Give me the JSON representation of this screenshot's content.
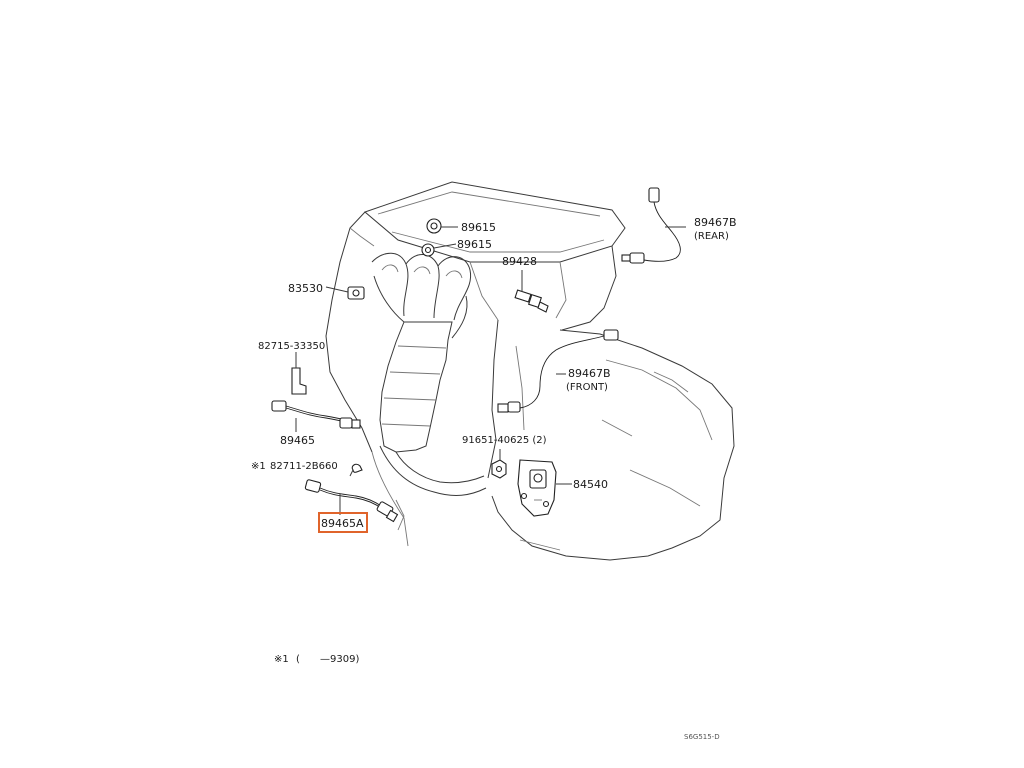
{
  "diagram": {
    "parts": {
      "p89615a": "89615",
      "p89615b": "89615",
      "p89428": "89428",
      "p83530": "83530",
      "p82715": "82715-33350",
      "p89465": "89465",
      "p82711": "82711-2B660",
      "p82711_mark": "※1",
      "p89465A": "89465A",
      "p89467B_rear": "89467B",
      "p89467B_rear_note": "(REAR)",
      "p89467B_front": "89467B",
      "p89467B_front_note": "(FRONT)",
      "p91651": "91651-40625 (2)",
      "p84540": "84540"
    },
    "footnote": {
      "mark": "※1",
      "open": "(",
      "value": "—9309)"
    },
    "figure_code": "S6G515-D",
    "highlight_color": "#e0642b"
  }
}
